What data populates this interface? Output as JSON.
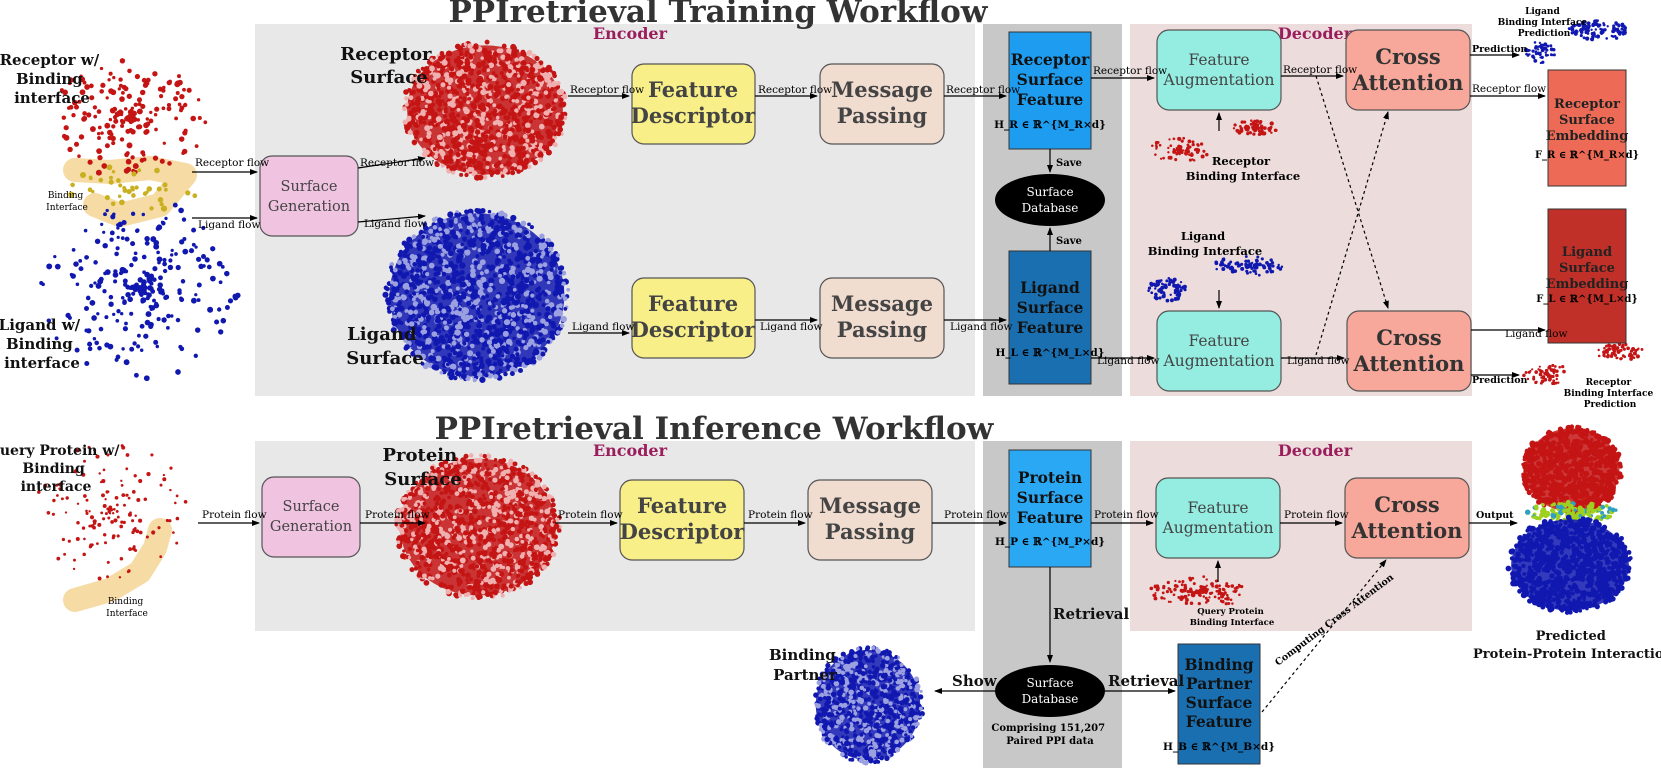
{
  "titles": {
    "training": "PPIretrieval Training Workflow",
    "inference": "PPIretrieval Inference Workflow"
  },
  "sections": {
    "encoder": "Encoder",
    "decoder": "Decoder"
  },
  "training": {
    "receptor_input": [
      "Receptor w/",
      "Binding",
      "interface"
    ],
    "ligand_input": [
      "Ligand w/",
      "Binding",
      "interface"
    ],
    "binding_interface": [
      "Binding",
      "Interface"
    ],
    "surface_generation": [
      "Surface",
      "Generation"
    ],
    "receptor_surface": [
      "Receptor",
      "Surface"
    ],
    "ligand_surface": [
      "Ligand",
      "Surface"
    ],
    "feature_descriptor": [
      "Feature",
      "Descriptor"
    ],
    "message_passing": [
      "Message",
      "Passing"
    ],
    "receptor_feature": [
      "Receptor",
      "Surface",
      "Feature"
    ],
    "receptor_feature_math": "H_R ∈ ℝ^{M_R×d}",
    "ligand_feature": [
      "Ligand",
      "Surface",
      "Feature"
    ],
    "ligand_feature_math": "H_L ∈ ℝ^{M_L×d}",
    "save": "Save",
    "surface_database": [
      "Surface",
      "Database"
    ],
    "feature_augmentation": [
      "Feature",
      "Augmentation"
    ],
    "cross_attention": [
      "Cross",
      "Attention"
    ],
    "receptor_binding_interface": [
      "Receptor",
      "Binding Interface"
    ],
    "ligand_binding_interface": [
      "Ligand",
      "Binding Interface"
    ],
    "receptor_embedding": [
      "Receptor",
      "Surface",
      "Embedding"
    ],
    "receptor_embedding_math": "F_R ∈ ℝ^{M_R×d}",
    "ligand_embedding": [
      "Ligand",
      "Surface",
      "Embedding"
    ],
    "ligand_embedding_math": "F_L ∈ ℝ^{M_L×d}",
    "ligand_interface_prediction": [
      "Ligand",
      "Binding Interface",
      "Prediction"
    ],
    "receptor_interface_prediction": [
      "Receptor",
      "Binding Interface",
      "Prediction"
    ],
    "prediction": "Prediction",
    "receptor_flow": "Receptor flow",
    "ligand_flow": "Ligand flow"
  },
  "inference": {
    "query_input": [
      "Query Protein w/",
      "Binding",
      "interface"
    ],
    "binding_interface": [
      "Binding",
      "Interface"
    ],
    "surface_generation": [
      "Surface",
      "Generation"
    ],
    "protein_surface": [
      "Protein",
      "Surface"
    ],
    "feature_descriptor": [
      "Feature",
      "Descriptor"
    ],
    "message_passing": [
      "Message",
      "Passing"
    ],
    "protein_feature": [
      "Protein",
      "Surface",
      "Feature"
    ],
    "protein_feature_math": "H_P ∈ ℝ^{M_P×d}",
    "feature_augmentation": [
      "Feature",
      "Augmentation"
    ],
    "cross_attention": [
      "Cross",
      "Attention"
    ],
    "query_interface": [
      "Query Protein",
      "Binding Interface"
    ],
    "output": "Output",
    "predicted": [
      "Predicted",
      "Protein-Protein Interaction"
    ],
    "retrieval": "Retrieval",
    "show": "Show",
    "surface_database": [
      "Surface",
      "Database"
    ],
    "database_note": [
      "Comprising 151,207",
      "Paired PPI data"
    ],
    "binding_partner": [
      "Binding",
      "Partner"
    ],
    "partner_feature": [
      "Binding",
      "Partner",
      "Surface",
      "Feature"
    ],
    "partner_feature_math": "H_B ∈ ℝ^{M_B×d}",
    "computing_cross_attention": "Computing Cross Attention",
    "protein_flow": "Protein flow"
  },
  "colors": {
    "encoder_bg": "#e8e8e8",
    "decoder_bg": "#ecdcdc",
    "db_column": "#c8c8c8",
    "surface_gen": "#f0c4e0",
    "feature_descriptor": "#f8ef88",
    "message_passing": "#f1dcd0",
    "feature_aug": "#94ede0",
    "cross_attention": "#f7a89a",
    "receptor_feature": "#1e9df0",
    "ligand_feature": "#1a6fb0",
    "receptor_embedding": "#ec6a56",
    "ligand_embedding": "#c03028",
    "receptor_red": "#c41414",
    "ligand_blue": "#1018b0",
    "interface_yellow": "#f6dba4"
  }
}
